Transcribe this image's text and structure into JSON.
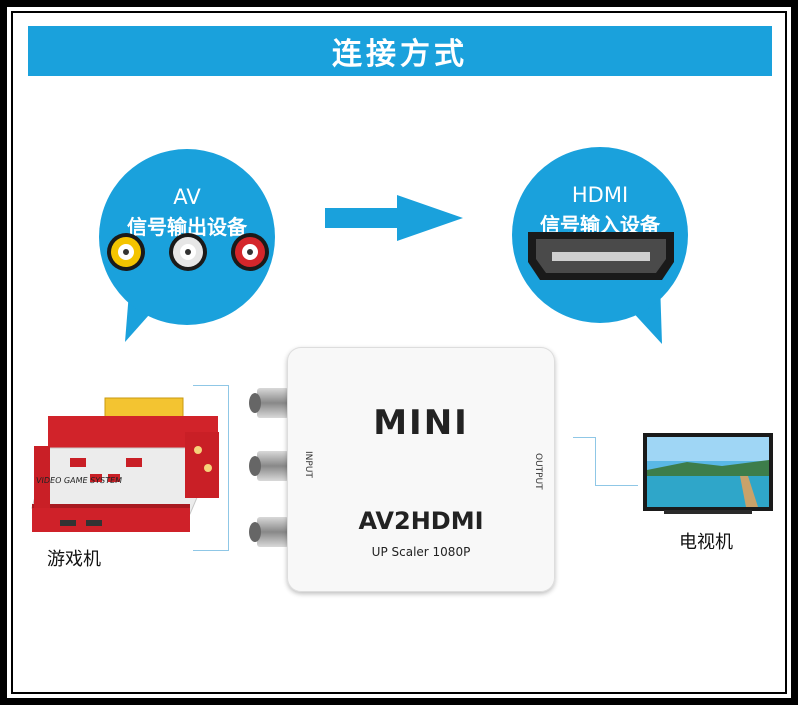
{
  "title": "连接方式",
  "left_bubble": {
    "line1": "AV",
    "line2": "信号输出设备"
  },
  "right_bubble": {
    "line1": "HDMI",
    "line2": "信号输入设备"
  },
  "device": {
    "mini": "MINI",
    "input_label": "INPUT",
    "output_label": "OUTPUT",
    "model": "AV2HDMI",
    "scaler": "UP Scaler 1080P"
  },
  "console": {
    "label_text": "VIDEO GAME SYSTEM",
    "caption": "游戏机"
  },
  "tv": {
    "caption": "电视机"
  },
  "colors": {
    "accent": "#1aa1dc",
    "rca_yellow": "#f4c400",
    "rca_white": "#e6e6e6",
    "rca_red": "#d4262b"
  }
}
